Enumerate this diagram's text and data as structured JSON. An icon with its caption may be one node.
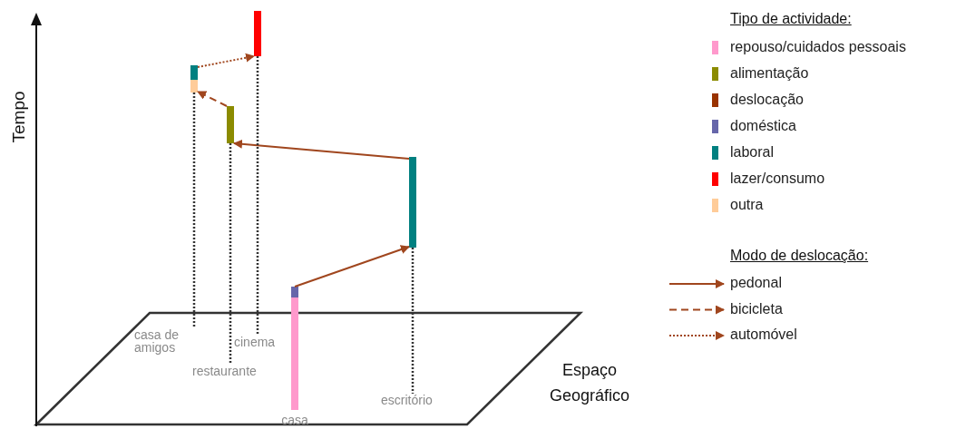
{
  "diagram": {
    "nodes": [
      {
        "text": [],
        "shape": "bar",
        "beside": [
          "casa"
        ]
      },
      {
        "text": [],
        "shape": "bar"
      },
      {
        "text": [],
        "shape": "bar"
      },
      {
        "text": [],
        "shape": "bar"
      },
      {
        "text": [],
        "shape": "bar"
      },
      {
        "text": [],
        "shape": "bar"
      },
      {
        "text": [],
        "shape": "bar"
      },
      {
        "text": [
          "casa de amigos"
        ]
      },
      {
        "text": [
          "cinema"
        ]
      },
      {
        "text": [
          "restaurante"
        ]
      },
      {
        "text": [
          "escritório"
        ]
      }
    ],
    "edges": [
      {
        "from": 1,
        "to": 2,
        "arrow": "to",
        "color": "#a0461e"
      },
      {
        "from": 2,
        "to": 3,
        "arrow": "to",
        "color": "#a0461e"
      },
      {
        "from": 3,
        "to": 4,
        "arrow": "to",
        "style": "dashed",
        "color": "#a0461e"
      },
      {
        "from": 5,
        "to": 6,
        "arrow": "to",
        "style": "dashed",
        "color": "#a0461e"
      },
      {
        "from": 4,
        "to": 7,
        "arrow": "none",
        "style": "dashed",
        "color": "#333333"
      },
      {
        "from": 6,
        "to": 8,
        "arrow": "none",
        "style": "dashed",
        "color": "#333333"
      },
      {
        "from": 3,
        "to": 9,
        "arrow": "none",
        "style": "dashed",
        "color": "#333333"
      },
      {
        "from": 2,
        "to": 10,
        "arrow": "none",
        "style": "dashed",
        "color": "#333333"
      }
    ],
    "labels": [
      "Tempo",
      "Espaço Geográfico",
      "Tipo de actividade:",
      "Modo de deslocação:"
    ],
    "legend": [
      {
        "text": "repouso/cuidados pessoais",
        "color": "#ff99cc"
      },
      {
        "text": "alimentação",
        "color": "#8b8b00"
      },
      {
        "text": "deslocação",
        "color": "#993300"
      },
      {
        "text": "doméstica",
        "color": "#6666aa"
      },
      {
        "text": "laboral",
        "color": "#008080"
      },
      {
        "text": "lazer/consumo",
        "color": "#ff0000"
      },
      {
        "text": "outra",
        "color": "#ffcc99"
      },
      {
        "text": "pedonal"
      },
      {
        "text": "bicicleta"
      },
      {
        "text": "automóvel"
      }
    ]
  }
}
